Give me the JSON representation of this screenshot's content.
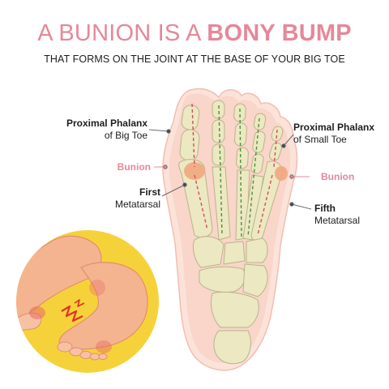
{
  "title": {
    "part1": "A BUNION IS A ",
    "part2": "BONY BUMP"
  },
  "subtitle": "THAT FORMS ON THE JOINT AT THE BASE OF YOUR BIG TOE",
  "labels": {
    "proximal_big": {
      "line1": "Proximal Phalanx",
      "line2": "of Big Toe"
    },
    "bunion_left": "Bunion",
    "first_metatarsal": {
      "line1": "First",
      "line2": "Metatarsal"
    },
    "proximal_small": {
      "line1": "Proximal Phalanx",
      "line2": "of Small Toe"
    },
    "bunion_right": "Bunion",
    "fifth_metatarsal": {
      "line1": "Fifth",
      "line2": "Metatarsal"
    }
  },
  "colors": {
    "accent_pink": "#e5889a",
    "skin": "#f9d2c6",
    "bone": "#ece8c2",
    "bunion_orange": "#f2a37b",
    "circle_yellow": "#f6d23a",
    "pain_red": "#e0312a"
  }
}
